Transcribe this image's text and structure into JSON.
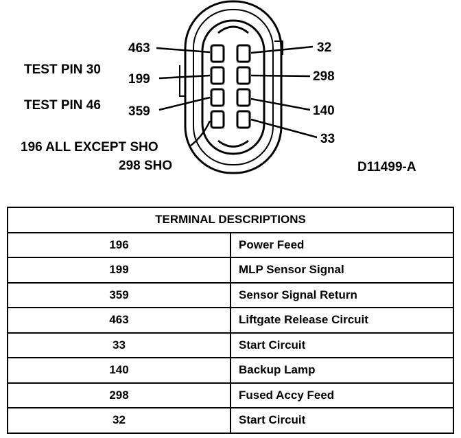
{
  "diagram": {
    "code": "D11499-A",
    "left_labels": {
      "pin463": "463",
      "test_pin_30": "TEST PIN 30",
      "pin199": "199",
      "test_pin_46": "TEST PIN 46",
      "pin359": "359",
      "all_except_sho": "196 ALL EXCEPT SHO",
      "sho": "298 SHO"
    },
    "right_labels": {
      "pin32": "32",
      "pin298": "298",
      "pin140": "140",
      "pin33": "33"
    }
  },
  "table": {
    "title": "TERMINAL DESCRIPTIONS",
    "rows": [
      {
        "number": "196",
        "description": "Power Feed"
      },
      {
        "number": "199",
        "description": "MLP Sensor Signal"
      },
      {
        "number": "359",
        "description": "Sensor Signal Return"
      },
      {
        "number": "463",
        "description": "Liftgate Release Circuit"
      },
      {
        "number": "33",
        "description": "Start Circuit"
      },
      {
        "number": "140",
        "description": "Backup Lamp"
      },
      {
        "number": "298",
        "description": "Fused Accy Feed"
      },
      {
        "number": "32",
        "description": "Start Circuit"
      }
    ]
  }
}
